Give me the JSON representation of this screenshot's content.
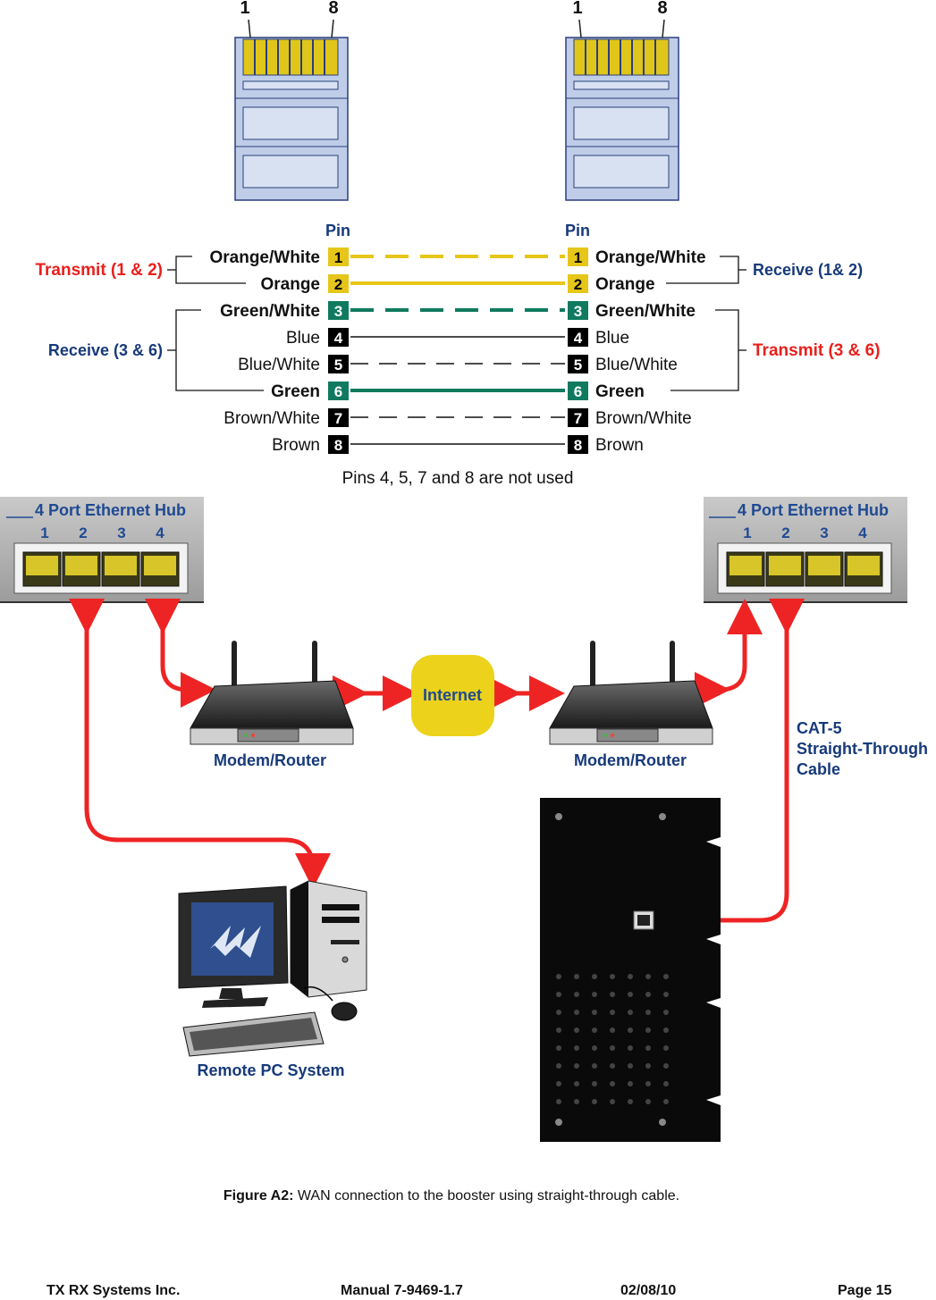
{
  "connectors": {
    "left": {
      "pin_first": "1",
      "pin_last": "8"
    },
    "right": {
      "pin_first": "1",
      "pin_last": "8"
    }
  },
  "wiring": {
    "pin_header_left": "Pin",
    "pin_header_right": "Pin",
    "left_rows": [
      {
        "pin": "1",
        "label": "Orange/White"
      },
      {
        "pin": "2",
        "label": "Orange"
      },
      {
        "pin": "3",
        "label": "Green/White"
      },
      {
        "pin": "4",
        "label": "Blue"
      },
      {
        "pin": "5",
        "label": "Blue/White"
      },
      {
        "pin": "6",
        "label": "Green"
      },
      {
        "pin": "7",
        "label": "Brown/White"
      },
      {
        "pin": "8",
        "label": "Brown"
      }
    ],
    "right_rows": [
      {
        "pin": "1",
        "label": "Orange/White"
      },
      {
        "pin": "2",
        "label": "Orange"
      },
      {
        "pin": "3",
        "label": "Green/White"
      },
      {
        "pin": "4",
        "label": "Blue"
      },
      {
        "pin": "5",
        "label": "Blue/White"
      },
      {
        "pin": "6",
        "label": "Green"
      },
      {
        "pin": "7",
        "label": "Brown/White"
      },
      {
        "pin": "8",
        "label": "Brown"
      }
    ],
    "transmit_left": "Transmit (1 & 2)",
    "receive_left": "Receive (3 & 6)",
    "receive_right": "Receive (1& 2)",
    "transmit_right": "Transmit (3 & 6)",
    "note": "Pins 4, 5, 7 and 8 are not used",
    "colors": {
      "orange_wire": "#e6c619",
      "green_wire": "#0f7a5f",
      "red_text": "#e8201c",
      "blue_text": "#173a7a"
    }
  },
  "network": {
    "hub_left": {
      "title": "4 Port Ethernet Hub",
      "ports": [
        "1",
        "2",
        "3",
        "4"
      ]
    },
    "hub_right": {
      "title": "4 Port Ethernet Hub",
      "ports": [
        "1",
        "2",
        "3",
        "4"
      ]
    },
    "router_left_label": "Modem/Router",
    "router_right_label": "Modem/Router",
    "internet_label": "Internet",
    "pc_label": "Remote PC System",
    "cable_label": [
      "CAT-5",
      "Straight-Through",
      "Cable"
    ],
    "arrow_color": "#ee2424"
  },
  "caption": {
    "prefix": "Figure A2:",
    "text": "WAN connection to the booster using straight-through cable."
  },
  "footer": {
    "company": "TX RX Systems Inc.",
    "manual": "Manual 7-9469-1.7",
    "date": "02/08/10",
    "page": "Page 15"
  }
}
